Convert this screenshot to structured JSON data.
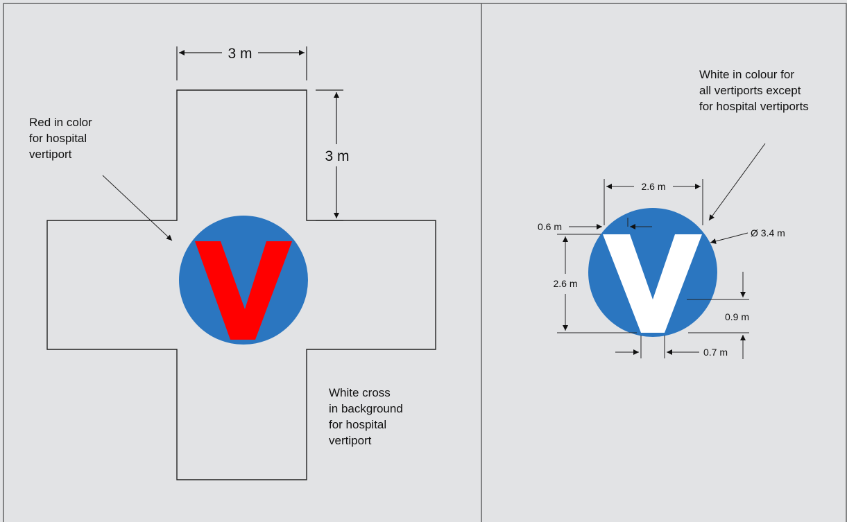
{
  "colors": {
    "background": "#e2e3e5",
    "circle_blue": "#2b76c0",
    "hospital_v_red": "#ff0000",
    "standard_v_white": "#ffffff",
    "lines": "#222222"
  },
  "left_panel": {
    "dim_width": "3 m",
    "dim_arm": "3 m",
    "label_red": [
      "Red in color",
      "for hospital",
      "vertiport"
    ],
    "label_cross": [
      "White cross",
      "in background",
      "for hospital",
      "vertiport"
    ],
    "symbol_letter": "V"
  },
  "right_panel": {
    "label_white": [
      "White in colour for",
      "all vertiports except",
      "for hospital vertiports"
    ],
    "dim_letter_width": "2.6 m",
    "dim_letter_height": "2.6 m",
    "dim_stroke": "0.6 m",
    "dim_diameter": "Ø 3.4 m",
    "dim_bottom_gap": "0.9 m",
    "dim_base_width": "0.7 m",
    "symbol_letter": "V"
  }
}
